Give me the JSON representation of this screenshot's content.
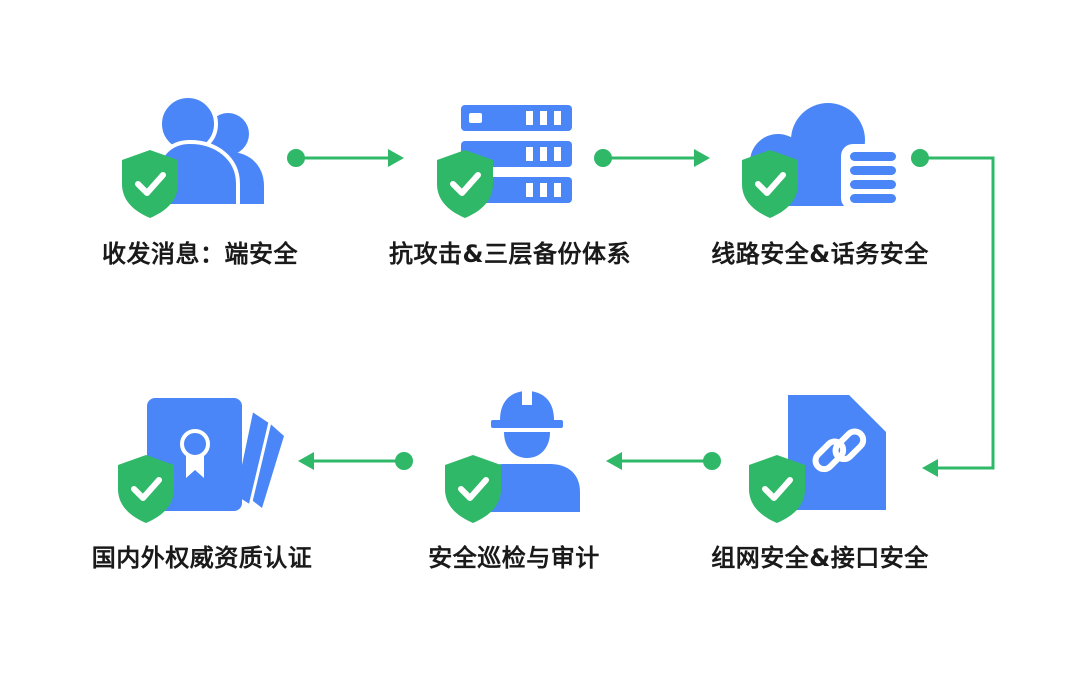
{
  "steps": [
    {
      "id": 1,
      "label": "收发消息：端安全",
      "icon": "users-icon"
    },
    {
      "id": 2,
      "label": "抗攻击&三层备份体系",
      "icon": "server-icon"
    },
    {
      "id": 3,
      "label": "线路安全&话务安全",
      "icon": "cloud-icon"
    },
    {
      "id": 4,
      "label": "组网安全&接口安全",
      "icon": "link-document-icon"
    },
    {
      "id": 5,
      "label": "安全巡检与审计",
      "icon": "worker-icon"
    },
    {
      "id": 6,
      "label": "国内外权威资质认证",
      "icon": "certificate-icon"
    }
  ],
  "badge_icon": "shield-check-icon",
  "colors": {
    "icon_blue": "#4a86f7",
    "shield_green": "#2fb868",
    "connector_green": "#2fb868",
    "text": "#1a1a1a",
    "background": "#ffffff"
  }
}
